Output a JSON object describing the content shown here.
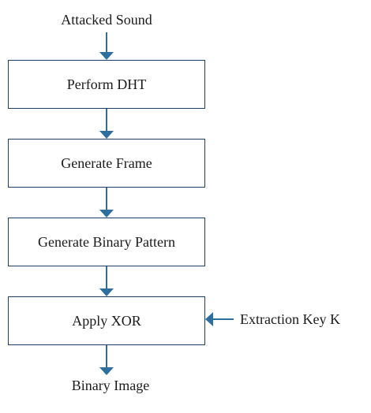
{
  "diagram": {
    "input_label": "Attacked Sound",
    "steps": [
      "Perform DHT",
      "Generate Frame",
      "Generate Binary Pattern",
      "Apply XOR"
    ],
    "side_input_label": "Extraction Key K",
    "output_label": "Binary Image",
    "arrow_color": "#2e6f9e",
    "box_border_color": "#1e3f66"
  }
}
